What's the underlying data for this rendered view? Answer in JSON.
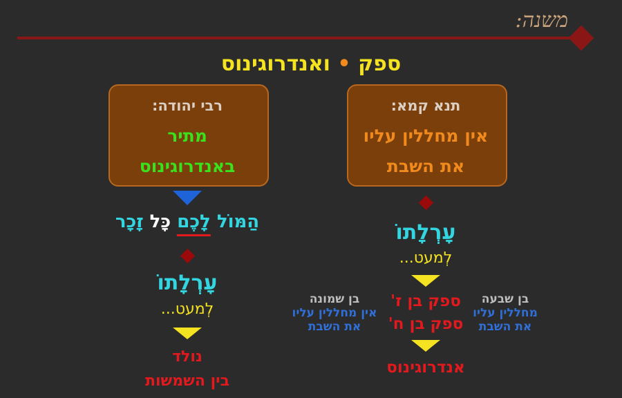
{
  "logo": "משנה:",
  "title": {
    "left_word": "ספק",
    "bullet": "•",
    "right_word": "ואנדרוגינוס"
  },
  "left_box": {
    "header": "רבי יהודה:",
    "line1": "מתיר",
    "line2": "באנדרוגינוס"
  },
  "right_box": {
    "header": "תנא קמא:",
    "line1": "אין מחללין עליו",
    "line2": "את השבת"
  },
  "left_column": {
    "verse": {
      "part1": "הַמּוֹל",
      "part2": "לָכֶם",
      "part3": "כָּל",
      "part4": "זָכָר"
    },
    "orlato": "עָרְלָתוֹ",
    "lemaet": "לְמעט...",
    "nolad": "נולד",
    "bein": "בין השמשות"
  },
  "right_column": {
    "orlato": "עָרְלָתוֹ",
    "lemaet": "לְמעט...",
    "safek7": "ספק בן ז'",
    "safek8": "ספק בן ח'",
    "androgynos": "אנדרוגינוס",
    "ben8": {
      "title": "בן שמונה",
      "line1": "אין מחללין עליו",
      "line2": "את השבת"
    },
    "ben7": {
      "title": "בן שבעה",
      "line1": "מחללין עליו",
      "line2": "את השבת"
    }
  },
  "colors": {
    "bg": "#2c2b2b",
    "accent": "#8a1616",
    "yellow": "#f5e321",
    "cyan": "#33d6e0",
    "red": "#e4191e",
    "blue": "#2f6fd6",
    "green": "#39e21a",
    "orange": "#f08a1c"
  }
}
